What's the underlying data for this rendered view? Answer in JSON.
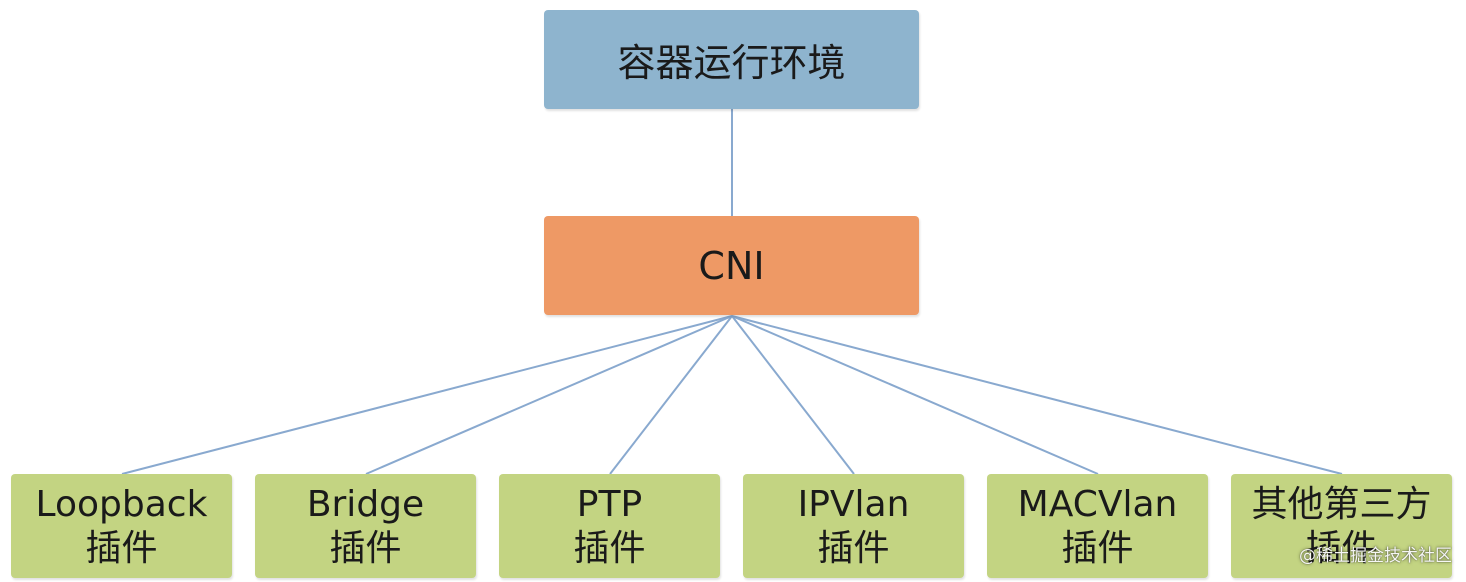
{
  "colors": {
    "root_fill": "#8EB4CE",
    "mid_fill": "#EE9965",
    "leaf_fill": "#C3D482",
    "connector": "#89A9CF"
  },
  "diagram": {
    "root": {
      "label": "容器运行环境"
    },
    "mid": {
      "label": "CNI"
    },
    "leaves": [
      {
        "line1": "Loopback",
        "line2": "插件"
      },
      {
        "line1": "Bridge",
        "line2": "插件"
      },
      {
        "line1": "PTP",
        "line2": "插件"
      },
      {
        "line1": "IPVlan",
        "line2": "插件"
      },
      {
        "line1": "MACVlan",
        "line2": "插件"
      },
      {
        "line1": "其他第三方",
        "line2": "插件"
      }
    ]
  },
  "watermark": "@稀土掘金技术社区"
}
